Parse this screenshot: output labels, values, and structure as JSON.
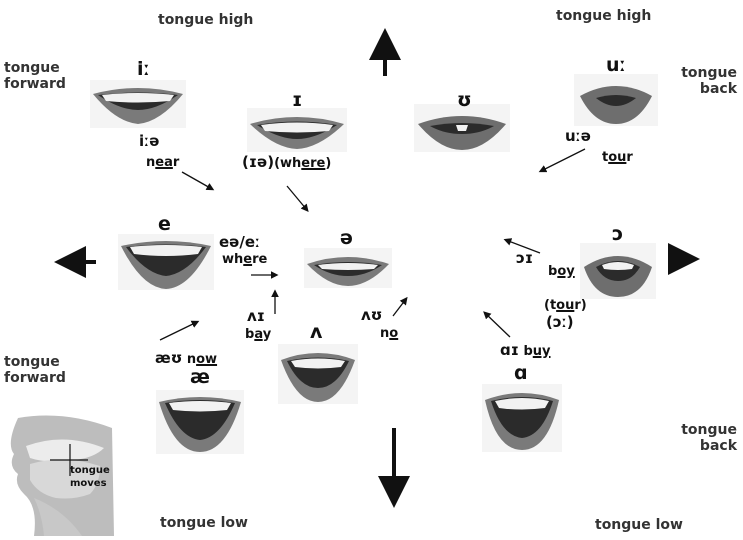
{
  "corner_labels": {
    "tongue_high_left": "tongue high",
    "tongue_high_right": "tongue high",
    "tongue_forward_top": [
      "tongue",
      "forward"
    ],
    "tongue_back_top": [
      "tongue",
      "back"
    ],
    "tongue_forward_bottom": [
      "tongue",
      "forward"
    ],
    "tongue_back_bottom": [
      "tongue",
      "back"
    ],
    "tongue_low_left": "tongue low",
    "tongue_low_right": "tongue low"
  },
  "vowels": {
    "i_long": "iː",
    "i_short": "ɪ",
    "u_short": "ʊ",
    "u_long": "uː",
    "e": "e",
    "schwa": "ə",
    "open_o": "ɔ",
    "wedge": "ʌ",
    "ae": "æ",
    "alpha": "ɑ"
  },
  "diphthongs": {
    "near_ipa": "iːə",
    "near_word_pre": "n",
    "near_word_ul": "ea",
    "near_word_post": "r",
    "where1_ipa": "(ɪə)",
    "where1_word_pre": "(wh",
    "where1_word_ul": "ere",
    "where1_word_post": ")",
    "tour_ipa": "uːə",
    "tour_word_pre": "t",
    "tour_word_ul": "ou",
    "tour_word_post": "r",
    "where2_ipa": "eə/eː",
    "where2_word_pre": "wh",
    "where2_word_ul": "e",
    "where2_word_post": "re",
    "boy_ipa": "ɔɪ",
    "boy_word_pre": "b",
    "boy_word_ul": "oy",
    "boy_word_post": "",
    "tour2_word_pre": "(t",
    "tour2_word_ul": "ou",
    "tour2_word_post": "r)",
    "tour2_ipa": "(ɔː)",
    "bay_ipa": "ʌɪ",
    "bay_word_pre": "b",
    "bay_word_ul": "a",
    "bay_word_post": "y",
    "no_ipa": "ʌʊ",
    "no_word_pre": "n",
    "no_word_ul": "o",
    "no_word_post": "",
    "now_ipa": "æʊ",
    "now_word_pre": "n",
    "now_word_ul": "ow",
    "now_word_post": "",
    "buy_ipa": "ɑɪ",
    "buy_word_pre": "b",
    "buy_word_ul": "uy",
    "buy_word_post": ""
  },
  "inset": {
    "caption_line1": "tongue",
    "caption_line2": "moves"
  },
  "colors": {
    "text": "#333333",
    "lip": "#6e6e6e",
    "lip_dark": "#2a2a2a",
    "teeth": "#f2f2f2",
    "arrow": "#111111"
  }
}
